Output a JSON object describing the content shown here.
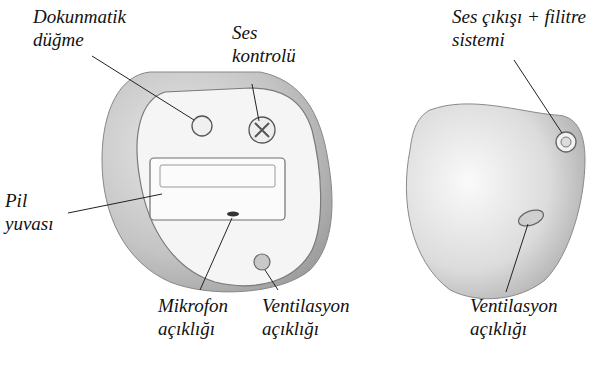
{
  "diagram": {
    "labels": [
      "Dokunmatik düğme",
      "Ses kontrolü",
      "Ses çıkışı + filitre sistemi",
      "Pil yuvası",
      "Mikrofon açıklığı",
      "Ventilasyon açıklığı",
      "Ventilasyon açıklığı"
    ]
  }
}
